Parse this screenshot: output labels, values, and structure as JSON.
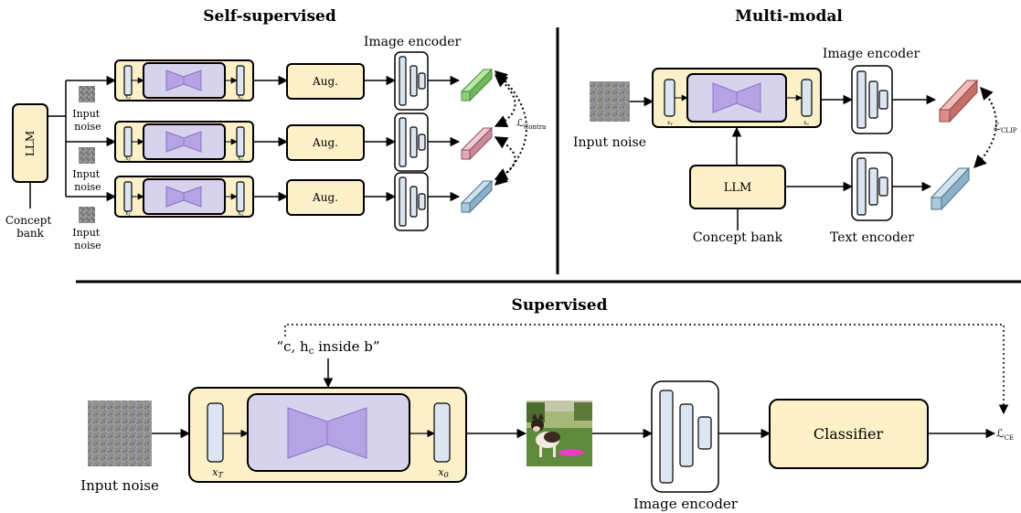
{
  "self_supervised": {
    "title": "Self-supervised",
    "llm": "LLM",
    "concept_bank": [
      "Concept",
      "bank"
    ],
    "input_noise": [
      "Input",
      "noise"
    ],
    "aug": "Aug.",
    "image_encoder": "Image encoder",
    "x_t": "x",
    "x_t_sub": "T",
    "x_0": "x",
    "x_0_sub": "0",
    "loss": "ℒ",
    "loss_sub": "Contra"
  },
  "multi_modal": {
    "title": "Multi-modal",
    "image_encoder": "Image encoder",
    "input_noise": "Input noise",
    "llm": "LLM",
    "concept_bank": "Concept bank",
    "text_encoder": "Text encoder",
    "loss": "ℒ",
    "loss_sub": "CLIP"
  },
  "supervised": {
    "title": "Supervised",
    "prompt": "“c, h",
    "prompt_sub": "c",
    "prompt_tail": " inside b”",
    "input_noise": "Input noise",
    "image_encoder": "Image encoder",
    "classifier": "Classifier",
    "x_t": "x",
    "x_t_sub": "T",
    "x_0": "x",
    "x_0_sub": "0",
    "loss": "ℒ",
    "loss_sub": "CE"
  },
  "colors": {
    "cream": "#fbf0c8",
    "lavender": "#d7d3ec",
    "trapezoid": "#b5a3e6",
    "bar": "#dce6f2",
    "green_feature": "#8fd07c",
    "pink_feature": "#e3a9b7",
    "blue_feature": "#a9c9dc",
    "red_feature": "#de8c8a"
  }
}
